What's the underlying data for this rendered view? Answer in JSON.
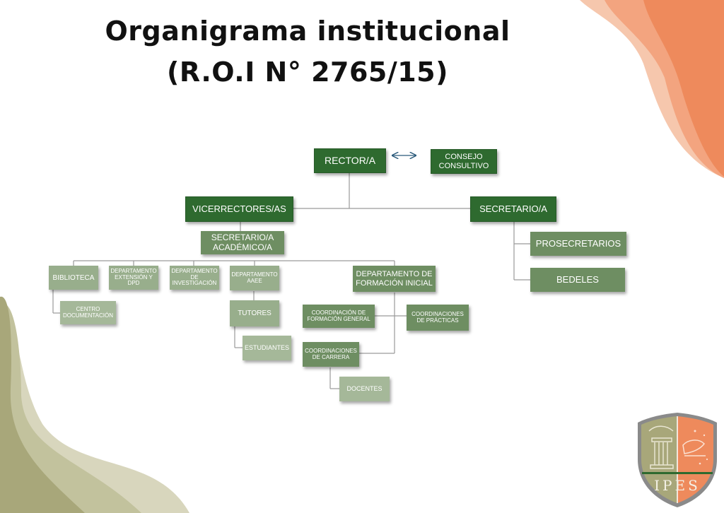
{
  "title": {
    "line1": "Organigrama institucional",
    "line2": "(R.O.I N° 2765/15)"
  },
  "org": {
    "rector": "RECTOR/A",
    "consejo": "CONSEJO CONSULTIVO",
    "vicerrectores": "VICERRECTORES/AS",
    "secretario": "SECRETARIO/A",
    "secretario_academico": "SECRETARIO/A ACADÉMICO/A",
    "prosecretarios": "PROSECRETARIOS",
    "bedeles": "BEDELES",
    "biblioteca": "BIBLIOTECA",
    "dep_extension": "DEPARTAMENTO EXTENSIÓN Y DPD",
    "dep_investigacion": "DEPARTAMENTO DE INVESTIGACIÓN",
    "dep_aaee": "DEPARTAMENTO AAEE",
    "dep_formacion": "DEPARTAMENTO DE FORMACIÓN INICIAL",
    "centro_doc": "CENTRO DOCUMENTACIÓN",
    "tutores": "TUTORES",
    "estudiantes": "ESTUDIANTES",
    "coord_formacion_general": "COORDINACIÓN DE FORMACIÓN GENERAL",
    "coord_practicas": "COORDINACIONES DE PRÁCTICAS",
    "coord_carrera": "COORDINACIONES DE CARRERA",
    "docentes": "DOCENTES"
  },
  "logo": {
    "text": "IPES"
  },
  "colors": {
    "dark_box": "#2e6a2f",
    "mid_box": "#6e8e62",
    "light_box": "#98ae8c",
    "orange": "#ee8a5c",
    "olive": "#a8a77a"
  }
}
